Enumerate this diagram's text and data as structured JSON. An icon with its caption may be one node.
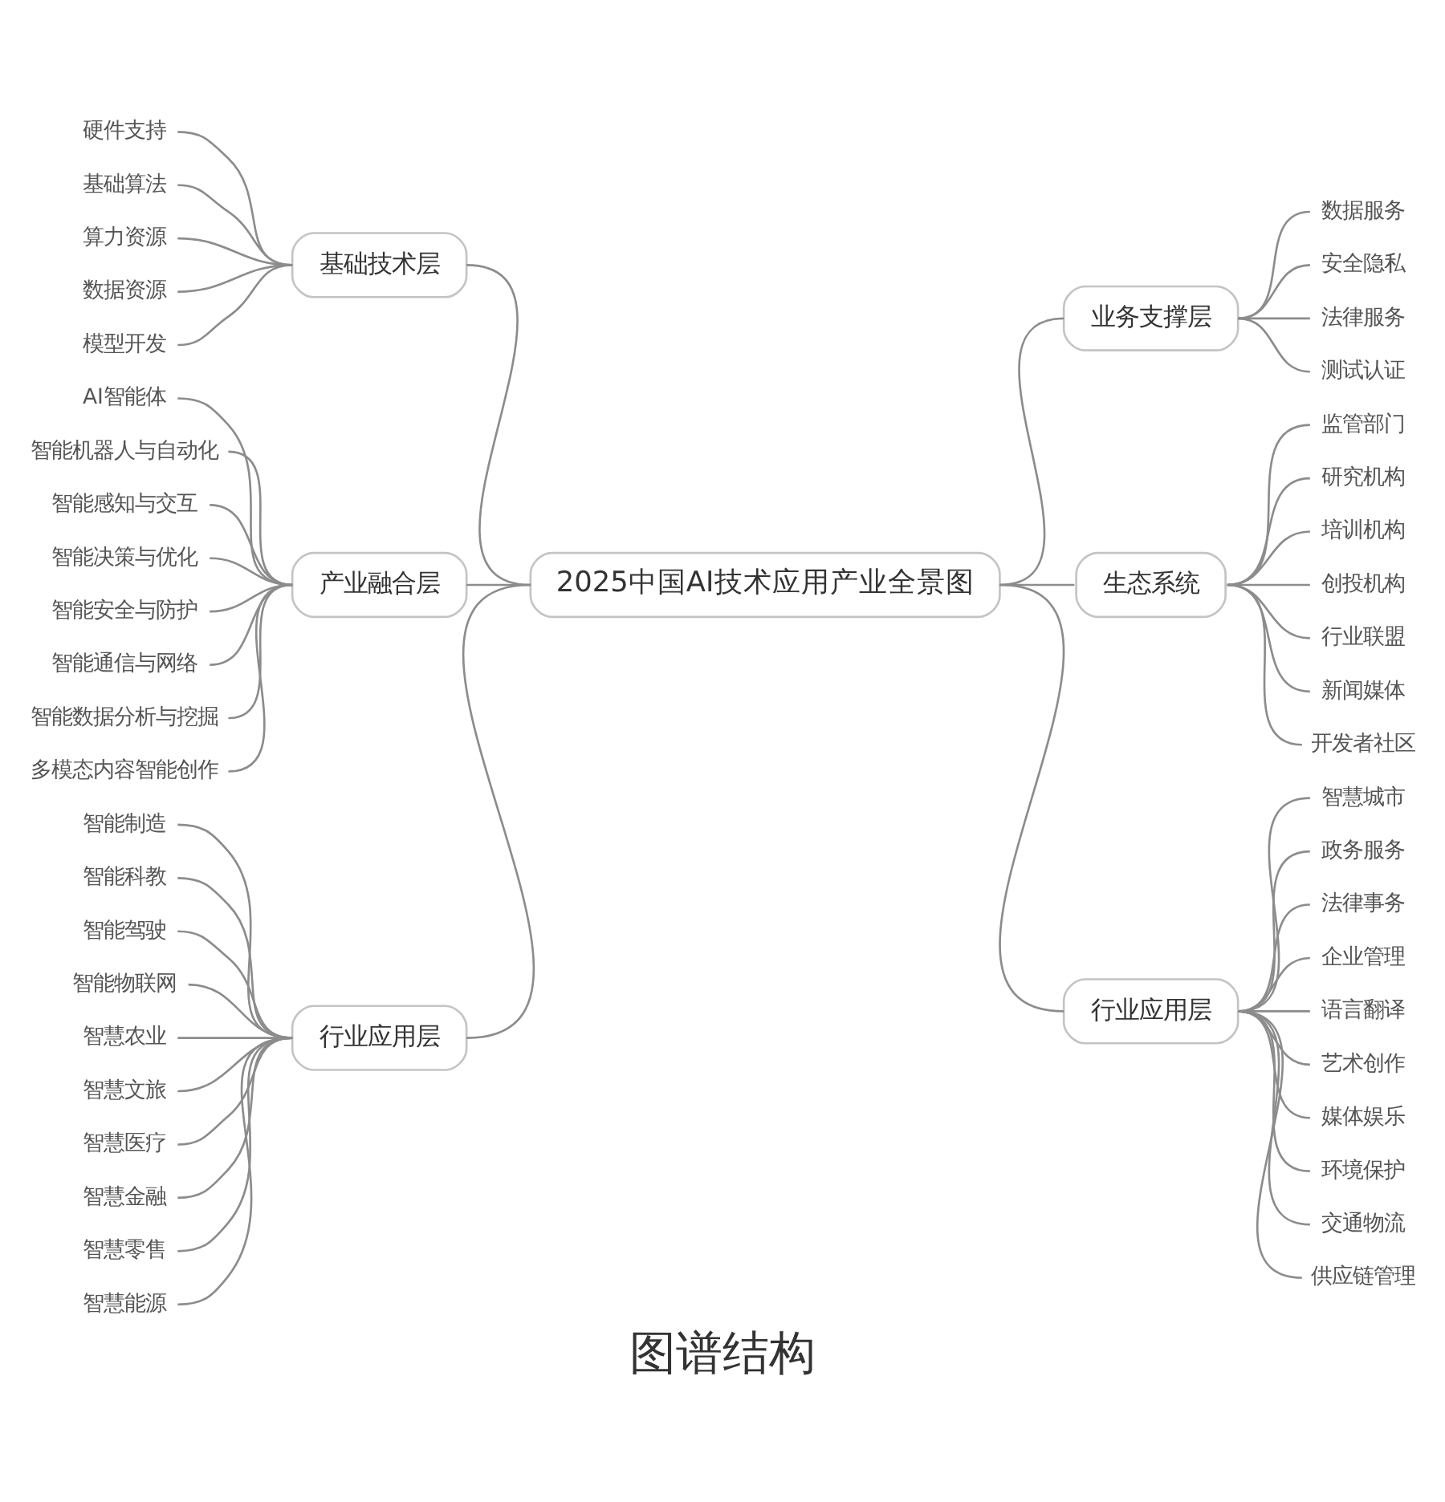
{
  "diagram": {
    "caption": "图谱结构",
    "nodes": [
      {
        "text": [
          "2025中国AI技术应用产业全景图"
        ]
      },
      {
        "text": [
          "基础技术层"
        ]
      },
      {
        "text": [
          "硬件支持"
        ]
      },
      {
        "text": [
          "基础算法"
        ]
      },
      {
        "text": [
          "算力资源"
        ]
      },
      {
        "text": [
          "数据资源"
        ]
      },
      {
        "text": [
          "模型开发"
        ]
      },
      {
        "text": [
          "产业融合层"
        ]
      },
      {
        "text": [
          "AI智能体"
        ]
      },
      {
        "text": [
          "智能机器人与自动化"
        ]
      },
      {
        "text": [
          "智能感知与交互"
        ]
      },
      {
        "text": [
          "智能决策与优化"
        ]
      },
      {
        "text": [
          "智能安全与防护"
        ]
      },
      {
        "text": [
          "智能通信与网络"
        ]
      },
      {
        "text": [
          "智能数据分析与挖掘"
        ]
      },
      {
        "text": [
          "多模态内容智能创作"
        ]
      },
      {
        "text": [
          "行业应用层"
        ]
      },
      {
        "text": [
          "智能制造"
        ]
      },
      {
        "text": [
          "智能科教"
        ]
      },
      {
        "text": [
          "智能驾驶"
        ]
      },
      {
        "text": [
          "智能物联网"
        ]
      },
      {
        "text": [
          "智慧农业"
        ]
      },
      {
        "text": [
          "智慧文旅"
        ]
      },
      {
        "text": [
          "智慧医疗"
        ]
      },
      {
        "text": [
          "智慧金融"
        ]
      },
      {
        "text": [
          "智慧零售"
        ]
      },
      {
        "text": [
          "智慧能源"
        ]
      },
      {
        "text": [
          "业务支撑层"
        ]
      },
      {
        "text": [
          "数据服务"
        ]
      },
      {
        "text": [
          "安全隐私"
        ]
      },
      {
        "text": [
          "法律服务"
        ]
      },
      {
        "text": [
          "测试认证"
        ]
      },
      {
        "text": [
          "生态系统"
        ]
      },
      {
        "text": [
          "监管部门"
        ]
      },
      {
        "text": [
          "研究机构"
        ]
      },
      {
        "text": [
          "培训机构"
        ]
      },
      {
        "text": [
          "创投机构"
        ]
      },
      {
        "text": [
          "行业联盟"
        ]
      },
      {
        "text": [
          "新闻媒体"
        ]
      },
      {
        "text": [
          "开发者社区"
        ]
      },
      {
        "text": [
          "行业应用层"
        ]
      },
      {
        "text": [
          "智慧城市"
        ]
      },
      {
        "text": [
          "政务服务"
        ]
      },
      {
        "text": [
          "法律事务"
        ]
      },
      {
        "text": [
          "企业管理"
        ]
      },
      {
        "text": [
          "语言翻译"
        ]
      },
      {
        "text": [
          "艺术创作"
        ]
      },
      {
        "text": [
          "媒体娱乐"
        ]
      },
      {
        "text": [
          "环境保护"
        ]
      },
      {
        "text": [
          "交通物流"
        ]
      },
      {
        "text": [
          "供应链管理"
        ]
      }
    ],
    "edges": [
      {
        "from": 1,
        "to": 0,
        "arrow": "none"
      },
      {
        "from": 2,
        "to": 1,
        "arrow": "none"
      },
      {
        "from": 3,
        "to": 1,
        "arrow": "none"
      },
      {
        "from": 4,
        "to": 1,
        "arrow": "none"
      },
      {
        "from": 5,
        "to": 1,
        "arrow": "none"
      },
      {
        "from": 6,
        "to": 1,
        "arrow": "none"
      },
      {
        "from": 7,
        "to": 0,
        "arrow": "none"
      },
      {
        "from": 8,
        "to": 7,
        "arrow": "none"
      },
      {
        "from": 9,
        "to": 7,
        "arrow": "none"
      },
      {
        "from": 10,
        "to": 7,
        "arrow": "none"
      },
      {
        "from": 11,
        "to": 7,
        "arrow": "none"
      },
      {
        "from": 12,
        "to": 7,
        "arrow": "none"
      },
      {
        "from": 13,
        "to": 7,
        "arrow": "none"
      },
      {
        "from": 14,
        "to": 7,
        "arrow": "none"
      },
      {
        "from": 15,
        "to": 7,
        "arrow": "none"
      },
      {
        "from": 16,
        "to": 0,
        "arrow": "none"
      },
      {
        "from": 17,
        "to": 16,
        "arrow": "none"
      },
      {
        "from": 18,
        "to": 16,
        "arrow": "none"
      },
      {
        "from": 19,
        "to": 16,
        "arrow": "none"
      },
      {
        "from": 20,
        "to": 16,
        "arrow": "none"
      },
      {
        "from": 21,
        "to": 16,
        "arrow": "none"
      },
      {
        "from": 22,
        "to": 16,
        "arrow": "none"
      },
      {
        "from": 23,
        "to": 16,
        "arrow": "none"
      },
      {
        "from": 24,
        "to": 16,
        "arrow": "none"
      },
      {
        "from": 25,
        "to": 16,
        "arrow": "none"
      },
      {
        "from": 26,
        "to": 16,
        "arrow": "none"
      },
      {
        "from": 0,
        "to": 27,
        "arrow": "none"
      },
      {
        "from": 27,
        "to": 28,
        "arrow": "none"
      },
      {
        "from": 27,
        "to": 29,
        "arrow": "none"
      },
      {
        "from": 27,
        "to": 30,
        "arrow": "none"
      },
      {
        "from": 27,
        "to": 31,
        "arrow": "none"
      },
      {
        "from": 0,
        "to": 32,
        "arrow": "none"
      },
      {
        "from": 32,
        "to": 33,
        "arrow": "none"
      },
      {
        "from": 32,
        "to": 34,
        "arrow": "none"
      },
      {
        "from": 32,
        "to": 35,
        "arrow": "none"
      },
      {
        "from": 32,
        "to": 36,
        "arrow": "none"
      },
      {
        "from": 32,
        "to": 37,
        "arrow": "none"
      },
      {
        "from": 32,
        "to": 38,
        "arrow": "none"
      },
      {
        "from": 32,
        "to": 39,
        "arrow": "none"
      },
      {
        "from": 0,
        "to": 40,
        "arrow": "none"
      },
      {
        "from": 40,
        "to": 41,
        "arrow": "none"
      },
      {
        "from": 40,
        "to": 42,
        "arrow": "none"
      },
      {
        "from": 40,
        "to": 43,
        "arrow": "none"
      },
      {
        "from": 40,
        "to": 44,
        "arrow": "none"
      },
      {
        "from": 40,
        "to": 45,
        "arrow": "none"
      },
      {
        "from": 40,
        "to": 46,
        "arrow": "none"
      },
      {
        "from": 40,
        "to": 47,
        "arrow": "none"
      },
      {
        "from": 40,
        "to": 48,
        "arrow": "none"
      },
      {
        "from": 40,
        "to": 49,
        "arrow": "none"
      },
      {
        "from": 40,
        "to": 50,
        "arrow": "none"
      }
    ]
  }
}
